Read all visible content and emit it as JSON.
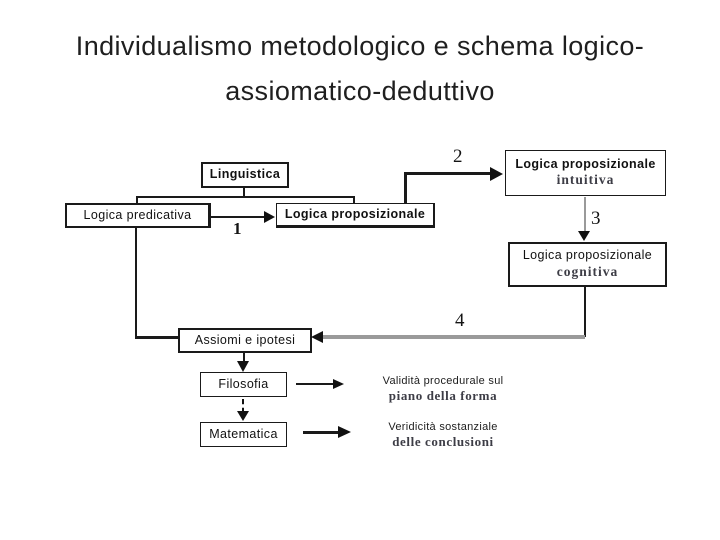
{
  "title": {
    "line1": "Individualismo metodologico e schema logico-",
    "line2": "assiomatico-deduttivo"
  },
  "nodes": {
    "linguistica": "Linguistica",
    "logica_predicativa": "Logica predicativa",
    "logica_proposizionale": "Logica proposizionale",
    "intuitiva_line1": "Logica proposizionale",
    "intuitiva_line2": "intuitiva",
    "cognitiva_line1": "Logica proposizionale",
    "cognitiva_line2": "cognitiva",
    "assiomi": "Assiomi e ipotesi",
    "filosofia": "Filosofia",
    "matematica": "Matematica"
  },
  "edge_labels": {
    "n1": "1",
    "n2": "2",
    "n3": "3",
    "n4": "4"
  },
  "annotations": {
    "validita_line1": "Validità procedurale sul",
    "validita_line2": "piano della forma",
    "veridicita_line1": "Veridicità sostanziale",
    "veridicita_line2": "delle conclusioni"
  },
  "colors": {
    "line": "#1a1a1a",
    "gray_line": "#9a9a9a",
    "serif_text": "#3d3d46"
  }
}
